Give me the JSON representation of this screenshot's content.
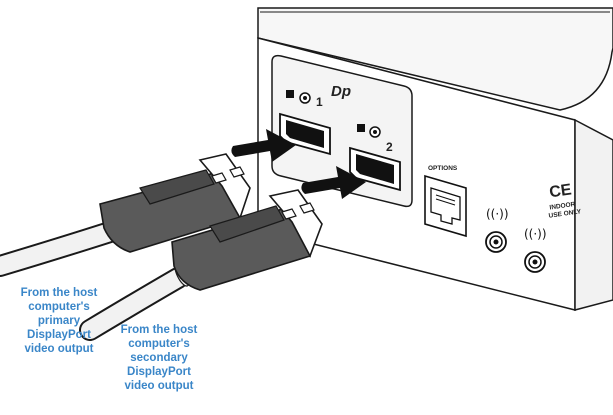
{
  "device": {
    "logo": "Dp",
    "port1_number": "1",
    "port2_number": "2",
    "options_label": "OPTIONS",
    "ce_mark": "CE",
    "indoor_label": "INDOOR",
    "use_only_label": "USE ONLY"
  },
  "captions": {
    "primary": "From the host\ncomputer's\nprimary\nDisplayPort\nvideo output",
    "secondary": "From the host\ncomputer's\nsecondary\nDisplayPort\nvideo output"
  },
  "colors": {
    "caption": "#3a86c8",
    "connector": "#5a5a5a",
    "cable": "#f2f2f2",
    "outline": "#1a1a1a"
  }
}
